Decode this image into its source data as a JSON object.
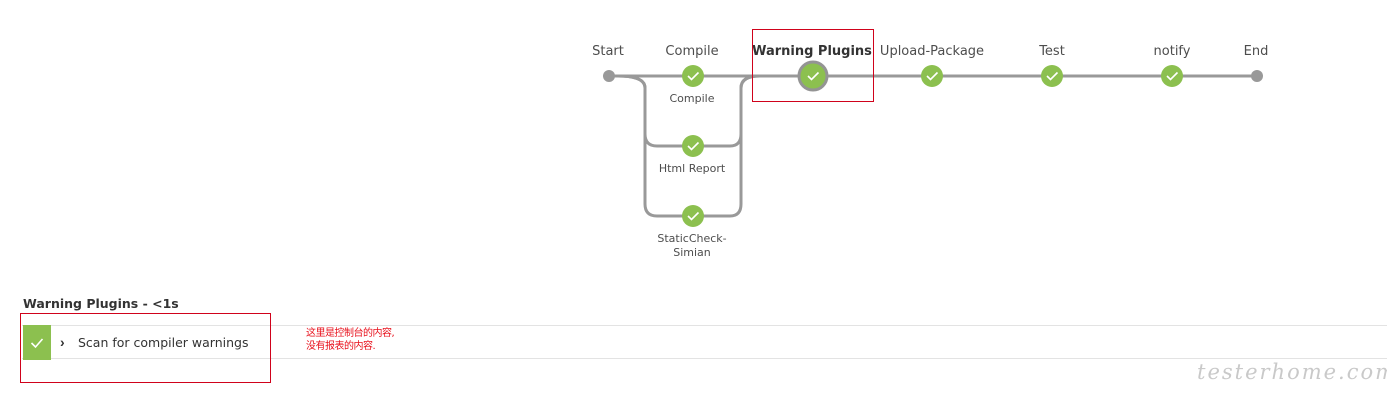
{
  "pipeline": {
    "stages": [
      {
        "key": "start",
        "label": "Start",
        "type": "terminal"
      },
      {
        "key": "compile",
        "label": "Compile",
        "status": "success"
      },
      {
        "key": "warning-plugins",
        "label": "Warning Plugins",
        "status": "success",
        "selected": true
      },
      {
        "key": "upload-package",
        "label": "Upload-Package",
        "status": "success"
      },
      {
        "key": "test",
        "label": "Test",
        "status": "success"
      },
      {
        "key": "notify",
        "label": "notify",
        "status": "success"
      },
      {
        "key": "end",
        "label": "End",
        "type": "terminal"
      }
    ],
    "parallel_branches": [
      {
        "label": "Compile",
        "status": "success"
      },
      {
        "label": "Html Report",
        "status": "success"
      },
      {
        "label_line1": "StaticCheck-",
        "label_line2": "Simian",
        "status": "success"
      }
    ]
  },
  "section": {
    "title": "Warning Plugins - <1s"
  },
  "step": {
    "label": "Scan for compiler warnings",
    "status": "success",
    "chevron_icon": "chevron-right-icon"
  },
  "annotation": {
    "line1": "这里是控制台的内容,",
    "line2": "没有报表的内容."
  },
  "watermark": "testerhome.com",
  "colors": {
    "success": "#8cc04f",
    "line": "#999999",
    "highlight": "#d0021b",
    "annotation": "#e8111c"
  }
}
